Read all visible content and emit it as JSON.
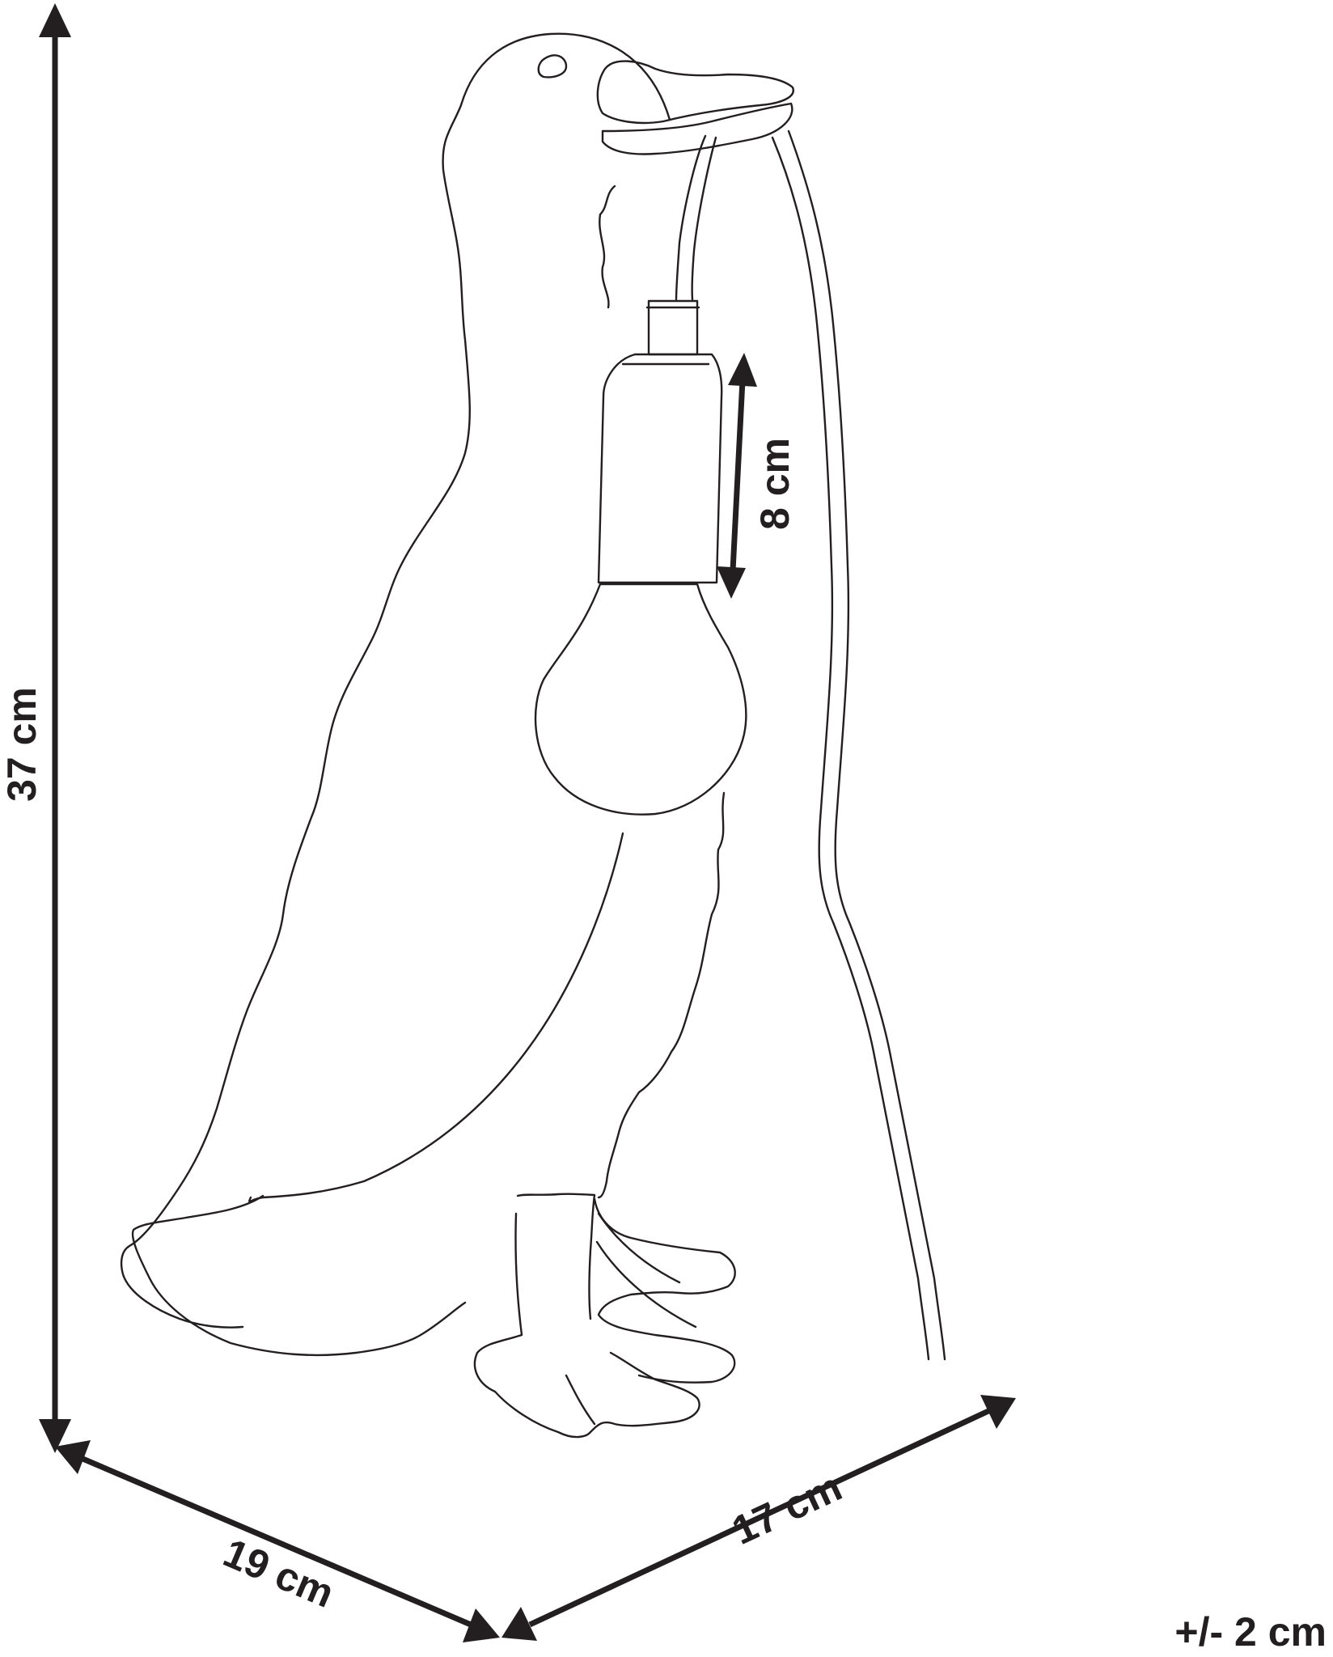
{
  "dimensions": {
    "height": "37 cm",
    "socket_length": "8 cm",
    "depth": "19 cm",
    "width": "17 cm",
    "tolerance": "+/- 2 cm"
  },
  "colors": {
    "line": "#231f20",
    "background": "#ffffff"
  }
}
